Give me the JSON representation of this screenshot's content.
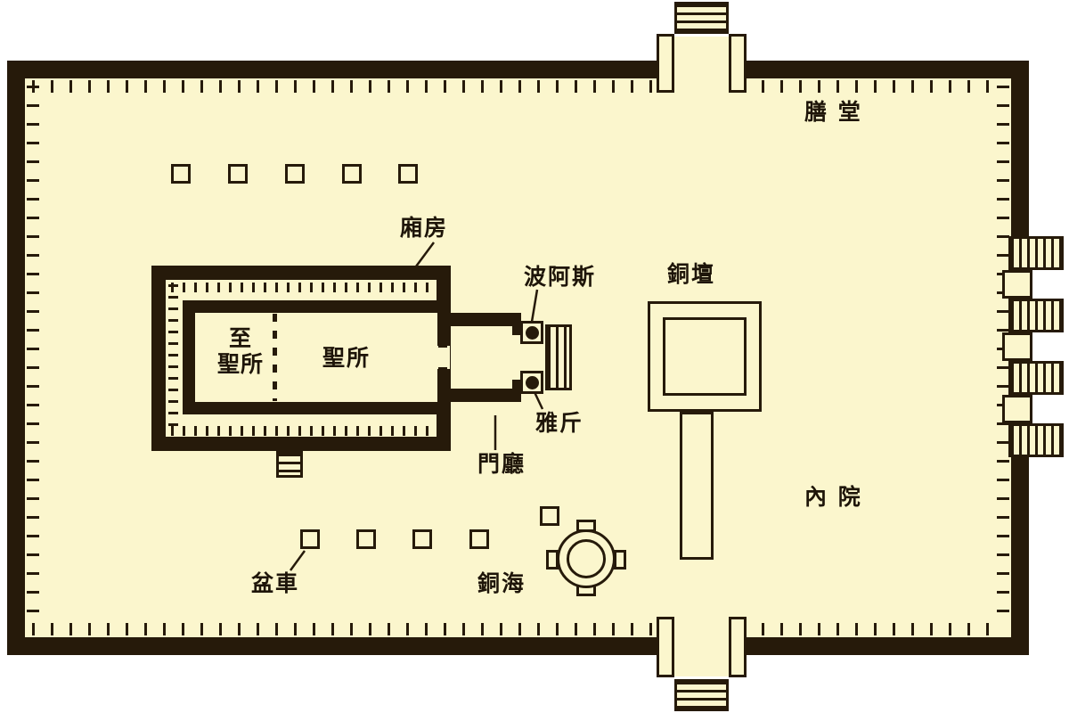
{
  "diagram": {
    "title": "temple-floor-plan",
    "background_color": "#fbf6cd",
    "wall_color": "#261a0a",
    "text_color": "#1e1509"
  },
  "labels": {
    "dining_hall": "膳 堂",
    "side_chambers": "廂房",
    "pillar_boaz": "波阿斯",
    "bronze_altar": "銅壇",
    "most_holy_place": "至\n聖所",
    "holy_place": "聖所",
    "pillar_jachin": "雅斤",
    "porch": "門廳",
    "inner_court": "內 院",
    "basin_carts": "盆車",
    "bronze_sea": "銅海"
  },
  "counts": {
    "laver_squares_top_row": 5,
    "laver_squares_bottom_row": 4
  }
}
